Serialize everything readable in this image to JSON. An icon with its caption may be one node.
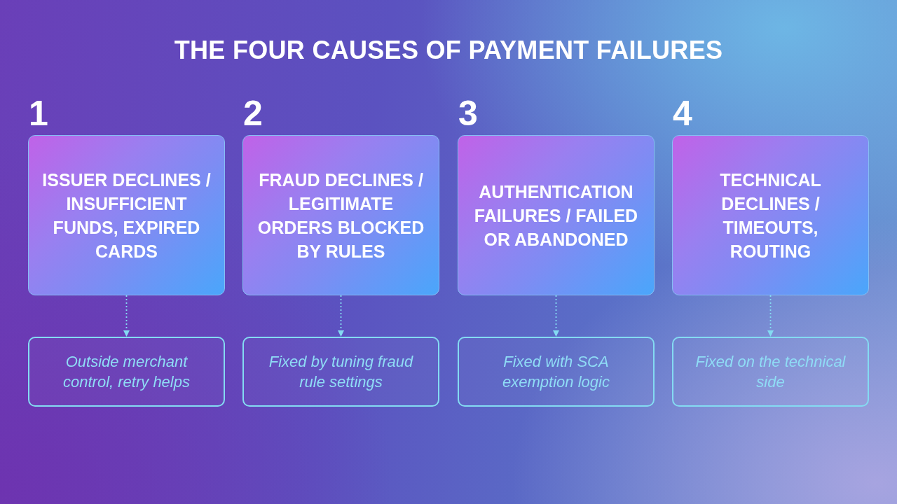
{
  "diagram": {
    "title": "THE FOUR CAUSES OF PAYMENT FAILURES",
    "nodes": [
      {
        "text": [
          "ISSUER DECLINES / INSUFFICIENT FUNDS, EXPIRED CARDS"
        ],
        "beside": [
          "1"
        ]
      },
      {
        "text": [
          "FRAUD DECLINES / LEGITIMATE ORDERS BLOCKED BY RULES"
        ],
        "beside": [
          "2"
        ]
      },
      {
        "text": [
          "AUTHENTICATION FAILURES / FAILED OR ABANDONED"
        ],
        "beside": [
          "3"
        ]
      },
      {
        "text": [
          "TECHNICAL DECLINES / TIMEOUTS, ROUTING"
        ],
        "beside": [
          "4"
        ]
      },
      {
        "text": [
          "Outside merchant control, retry helps"
        ]
      },
      {
        "text": [
          "Fixed by tuning fraud rule settings"
        ]
      },
      {
        "text": [
          "Fixed with SCA exemption logic"
        ]
      },
      {
        "text": [
          "Fixed on the technical side"
        ]
      }
    ],
    "edges": [
      {
        "from": 0,
        "to": 4,
        "arrow": "to",
        "style": "dashed"
      },
      {
        "from": 1,
        "to": 5,
        "arrow": "to",
        "style": "dashed"
      },
      {
        "from": 2,
        "to": 6,
        "arrow": "to",
        "style": "dashed"
      },
      {
        "from": 3,
        "to": 7,
        "arrow": "to",
        "style": "dashed"
      }
    ]
  }
}
